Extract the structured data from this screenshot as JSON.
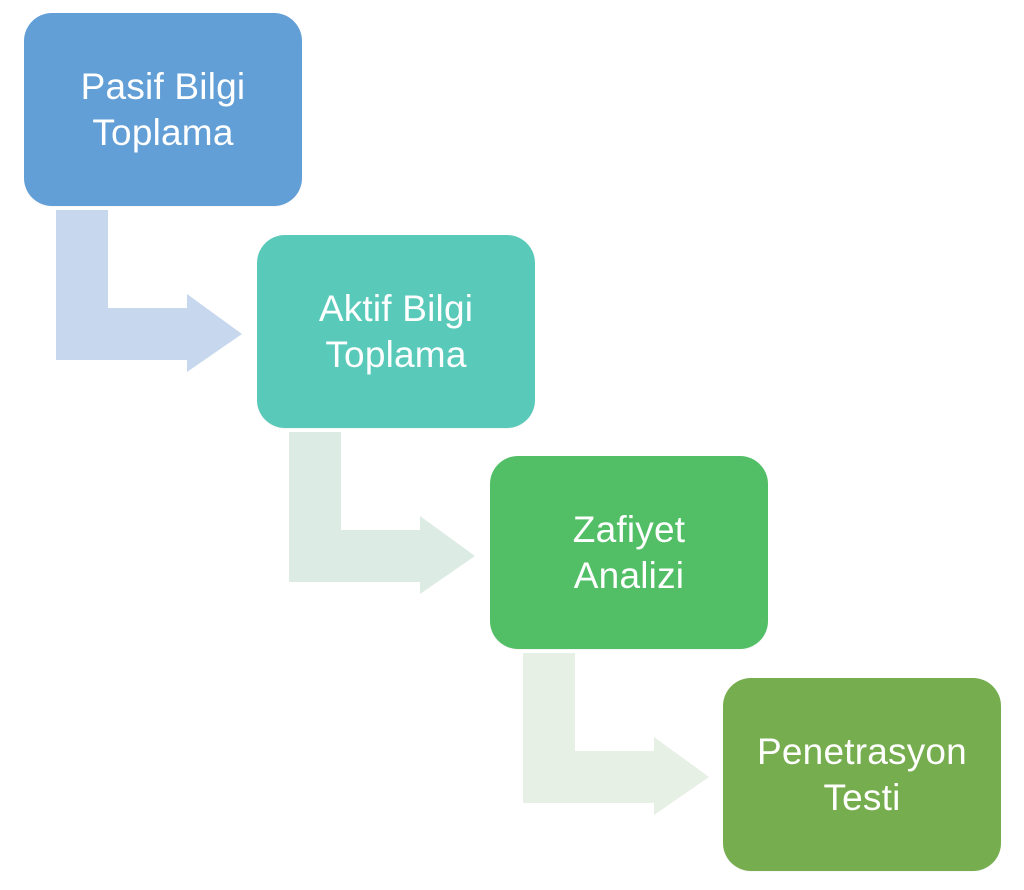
{
  "diagram": {
    "steps": [
      {
        "label": "Pasif Bilgi\nToplama",
        "color": "#629fd6"
      },
      {
        "label": "Aktif Bilgi\nToplama",
        "color": "#59c9b9"
      },
      {
        "label": "Zafiyet\nAnalizi",
        "color": "#52bf66"
      },
      {
        "label": "Penetrasyon\nTesti",
        "color": "#76ad4e"
      }
    ],
    "connectors": [
      {
        "from": 1,
        "to": 2,
        "color": "#c7d8ee"
      },
      {
        "from": 2,
        "to": 3,
        "color": "#dcece4"
      },
      {
        "from": 3,
        "to": 4,
        "color": "#e7f0e5"
      }
    ]
  }
}
